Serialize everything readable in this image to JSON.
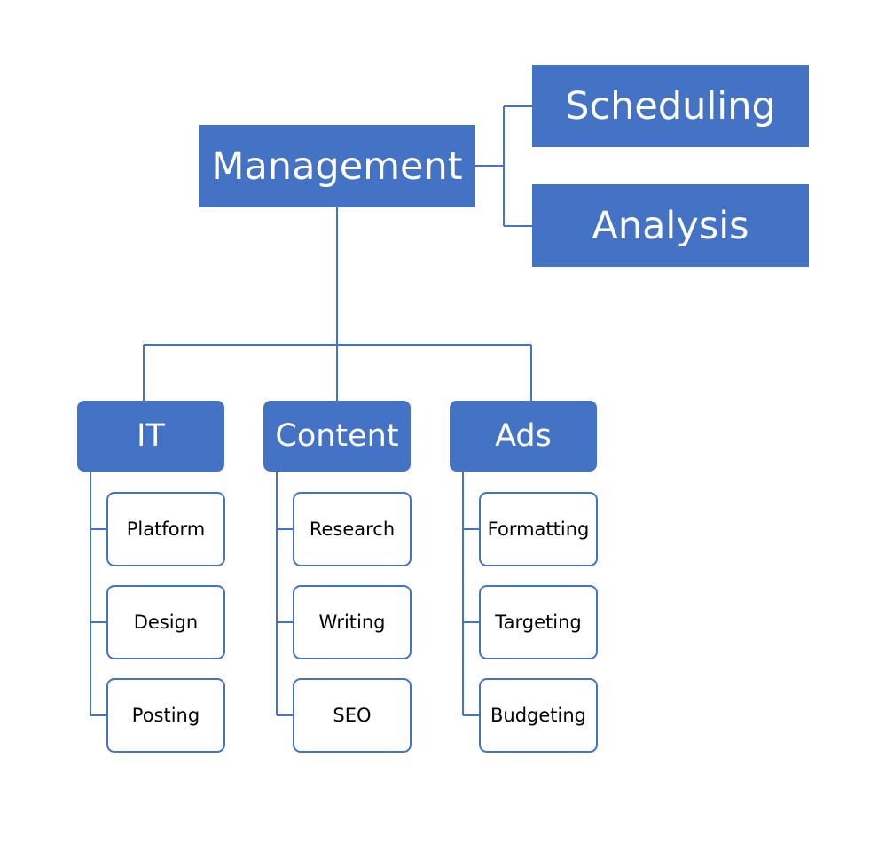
{
  "colors": {
    "accent": "#4472C4",
    "text_on_accent": "#FFFFFF",
    "leaf_fill": "#FFFFFF",
    "leaf_text": "#000000"
  },
  "root": {
    "label": "Management"
  },
  "side_nodes": [
    {
      "label": "Scheduling"
    },
    {
      "label": "Analysis"
    }
  ],
  "departments": [
    {
      "label": "IT",
      "children": [
        "Platform",
        "Design",
        "Posting"
      ]
    },
    {
      "label": "Content",
      "children": [
        "Research",
        "Writing",
        "SEO"
      ]
    },
    {
      "label": "Ads",
      "children": [
        "Formatting",
        "Targeting",
        "Budgeting"
      ]
    }
  ]
}
